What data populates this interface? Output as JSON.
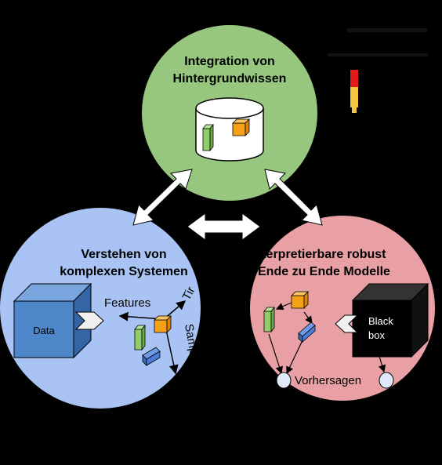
{
  "top": {
    "title_line1": "Integration von",
    "title_line2": "Hintergrundwissen"
  },
  "left": {
    "title_line1": "Verstehen von",
    "title_line2": "komplexen Systemen",
    "data_label": "Data",
    "features_label": "Features",
    "time_label": "Tir",
    "samples_label": "Samp"
  },
  "right": {
    "title_line1": "Interpretierbare robust",
    "title_line2": "Ende zu Ende Modelle",
    "blackbox_line1": "Black",
    "blackbox_line2": "box",
    "predictions_label": "Vorhersagen"
  },
  "colors": {
    "top_circle": "#97c77e",
    "left_circle": "#a9c4f4",
    "right_circle": "#e8a0a4",
    "orange_cube": "#f6a017",
    "green_bar": "#8fce6b",
    "blue_bar": "#4a7cd8",
    "data_box": "#4d86c9"
  }
}
